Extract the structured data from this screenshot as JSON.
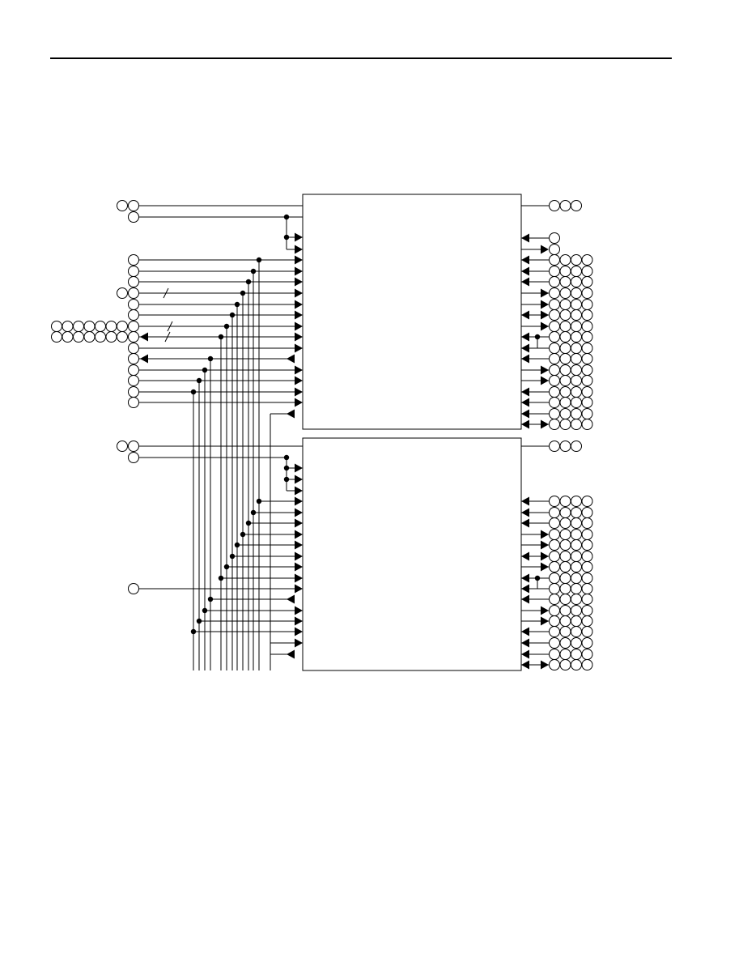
{
  "page": {
    "header_rule_color": "#000000",
    "ink_color": "#000000",
    "paper_color": "#ffffff"
  },
  "diagram": {
    "description_visible_text": "",
    "blocks": [
      {
        "id": "upper-block",
        "label": ""
      },
      {
        "id": "lower-block",
        "label": ""
      }
    ],
    "node_style": "open-circle",
    "junction_style": "filled-dot",
    "arrow_style": "filled-triangle"
  }
}
